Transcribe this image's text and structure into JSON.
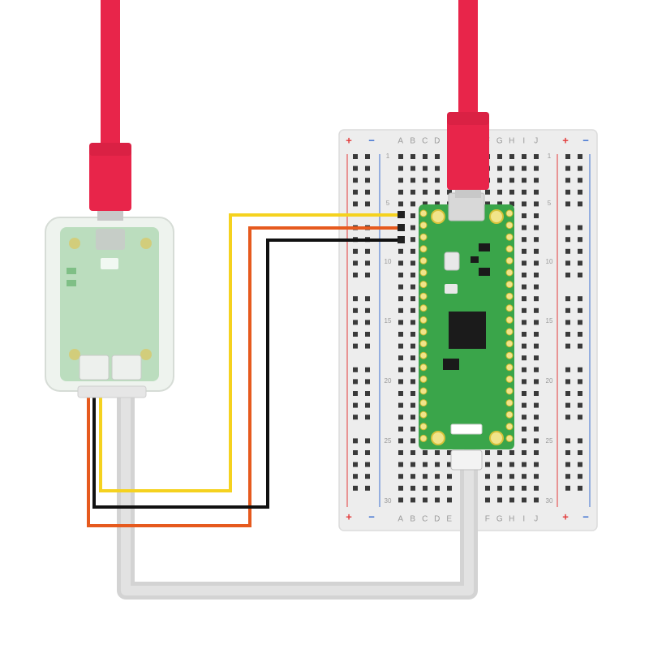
{
  "breadboard": {
    "column_letters_left": [
      "A",
      "B",
      "C",
      "D",
      "E"
    ],
    "column_letters_right": [
      "F",
      "G",
      "H",
      "I",
      "J"
    ],
    "row_numbers": [
      "1",
      "5",
      "10",
      "15",
      "20",
      "25",
      "30"
    ],
    "rail_plus": "+",
    "rail_minus": "−"
  },
  "colors": {
    "usb_cable": "#e8254a",
    "usb_cable_dark": "#c01a3a",
    "wire_yellow": "#f5d21f",
    "wire_orange": "#e65a1e",
    "wire_black": "#111111",
    "wire_grey": "#d3d3d3",
    "pcb_green": "#3aa54a",
    "breadboard": "#eeeeee",
    "rail_red": "#e23b3b",
    "rail_blue": "#3b6fd1"
  },
  "devices": [
    {
      "name": "debug-probe",
      "icon": "translucent-case-icon"
    },
    {
      "name": "pico-board",
      "icon": "microcontroller-icon"
    }
  ]
}
